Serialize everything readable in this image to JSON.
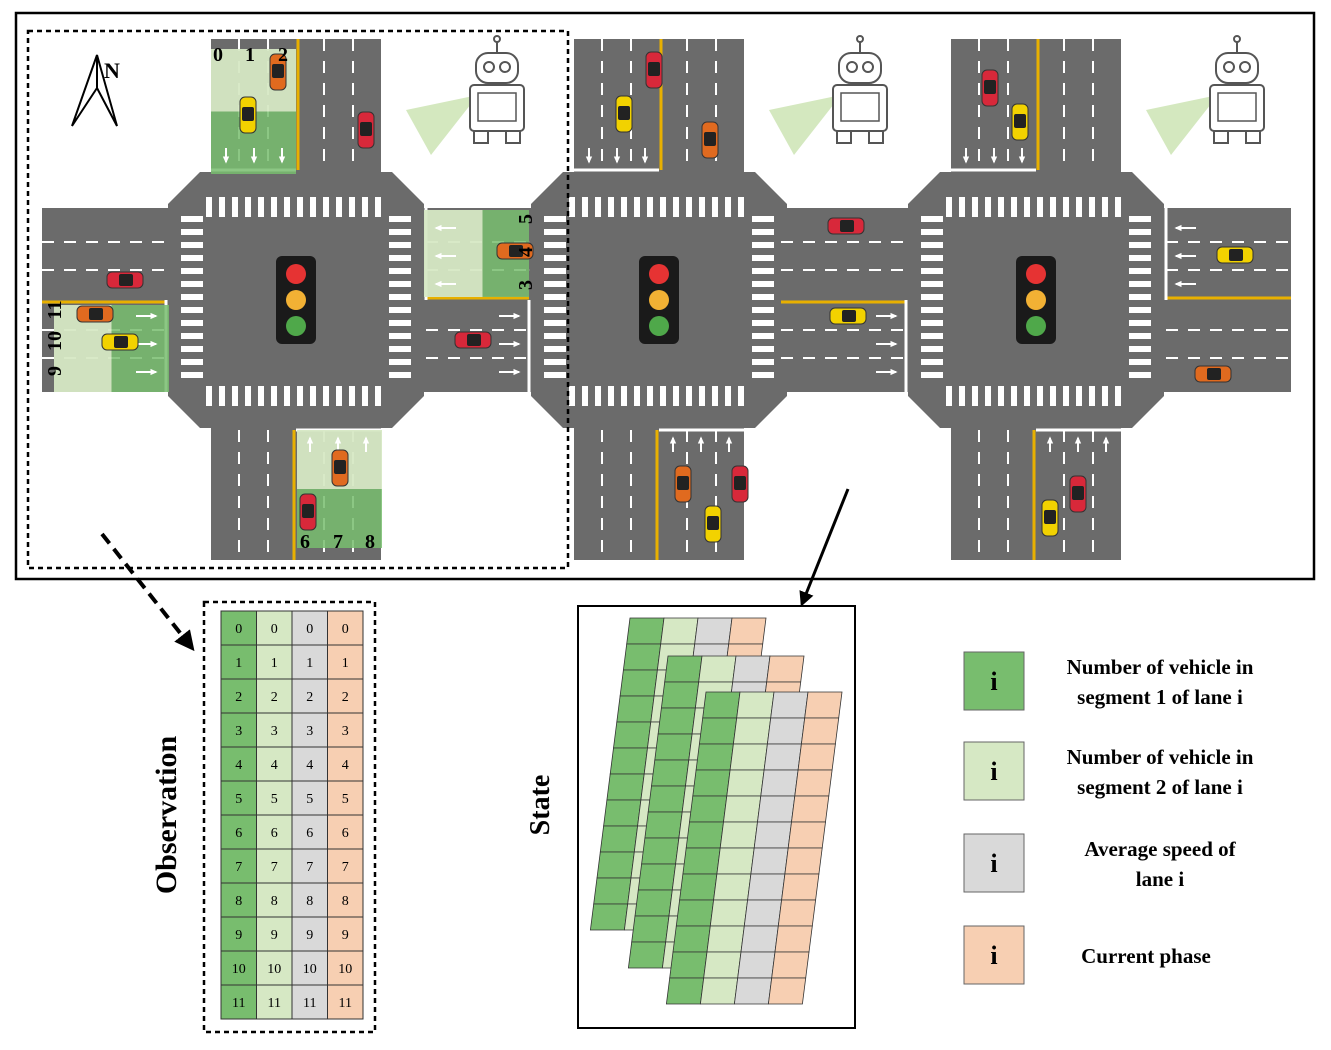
{
  "north_label": "N",
  "lane_numbers": {
    "north": [
      "0",
      "1",
      "2"
    ],
    "east": [
      "3",
      "4",
      "5"
    ],
    "south": [
      "6",
      "7",
      "8"
    ],
    "west": [
      "9",
      "10",
      "11"
    ]
  },
  "observation": {
    "label": "Observation",
    "rows": [
      "0",
      "1",
      "2",
      "3",
      "4",
      "5",
      "6",
      "7",
      "8",
      "9",
      "10",
      "11"
    ],
    "columns": 4
  },
  "state": {
    "label": "State",
    "layers": 3,
    "rows_per_layer": 12
  },
  "legend": [
    {
      "symbol": "i",
      "color": "#78bd6e",
      "line1": "Number of vehicle in",
      "line2": "segment 1 of lane i"
    },
    {
      "symbol": "i",
      "color": "#d6e8c4",
      "line1": "Number of vehicle in",
      "line2": "segment 2 of lane i"
    },
    {
      "symbol": "i",
      "color": "#d9d9d9",
      "line1": "Average speed of",
      "line2": "lane i"
    },
    {
      "symbol": "i",
      "color": "#f7cfb2",
      "line1": "Current phase",
      "line2": ""
    }
  ],
  "colors": {
    "road": "#6b6b6b",
    "lane_green_dark": "#78bd6e",
    "lane_green_light": "#d6e8c4",
    "speed_gray": "#d9d9d9",
    "phase_orange": "#f7cfb2",
    "curb_yellow": "#e8b000",
    "light_red": "#e63333",
    "light_yellow": "#f2b134",
    "light_green": "#4fa84a"
  },
  "icons": [
    "compass-north-icon",
    "robot-agent-icon",
    "traffic-light-icon",
    "car-icon",
    "lane-arrow-icon"
  ]
}
